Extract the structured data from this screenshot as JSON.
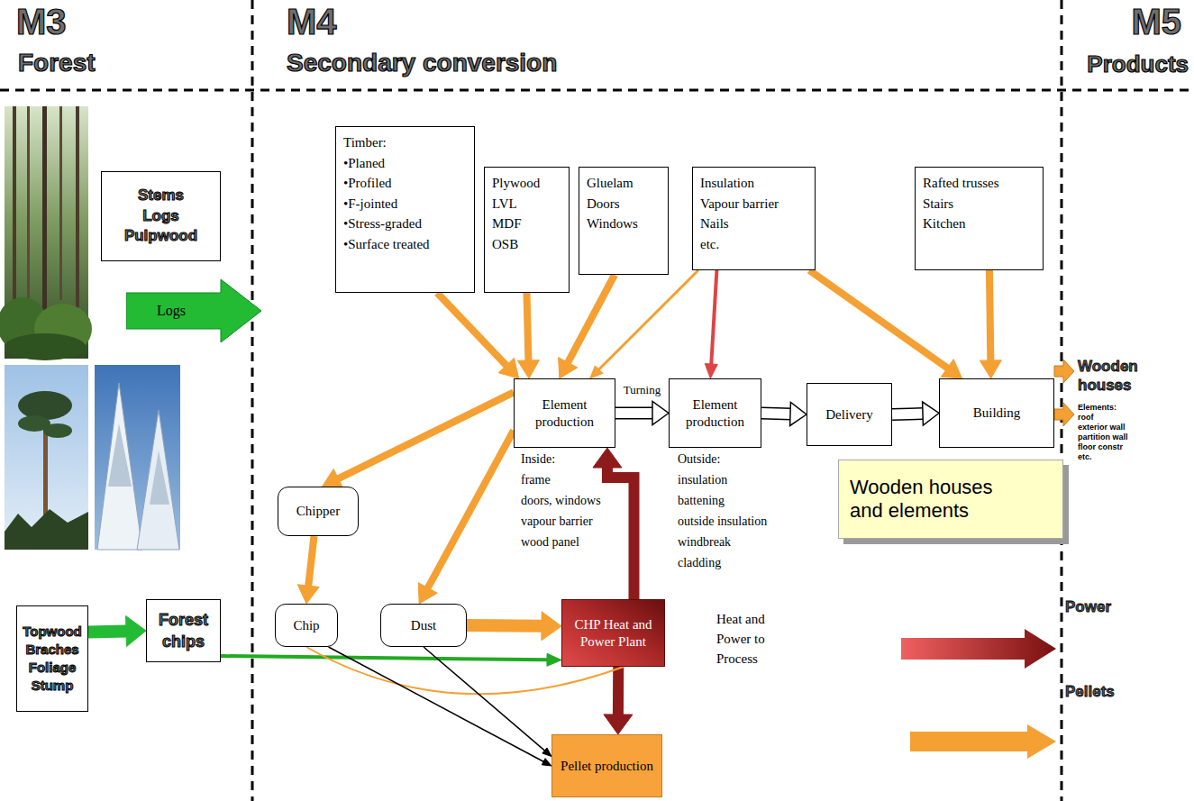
{
  "diagram": {
    "nodes": [
      {
        "text": [
          "Stems",
          "Logs",
          "Pulpwood"
        ]
      },
      {
        "text": [
          "Logs"
        ]
      },
      {
        "text": [
          "Timber:",
          "•Planed",
          "•Profiled",
          "•F-jointed",
          "•Stress-graded",
          "•Surface treated"
        ]
      },
      {
        "text": [
          "Plywood",
          "LVL",
          "MDF",
          "OSB"
        ]
      },
      {
        "text": [
          "Gluelam",
          "Doors",
          "Windows"
        ]
      },
      {
        "text": [
          "Insulation",
          "Vapour barrier",
          "Nails",
          "etc."
        ]
      },
      {
        "text": [
          "Rafted trusses",
          "Stairs",
          "Kitchen"
        ]
      },
      {
        "text": [
          "Element production"
        ]
      },
      {
        "text": [
          "Element production"
        ]
      },
      {
        "text": [
          "Delivery"
        ]
      },
      {
        "text": [
          "Building"
        ]
      },
      {
        "text": [
          "Chipper"
        ]
      },
      {
        "text": [
          "Chip"
        ]
      },
      {
        "text": [
          "Dust"
        ]
      },
      {
        "text": [
          "CHP Heat and Power Plant"
        ]
      },
      {
        "text": [
          "Topwood",
          "Braches",
          "Foliage",
          "Stump"
        ]
      },
      {
        "text": [
          "Forest chips"
        ]
      },
      {
        "text": [
          "Pellet production"
        ]
      },
      {
        "text": [
          "Wooden houses and elements"
        ]
      }
    ],
    "edges": [
      {
        "from": 2,
        "to": 7,
        "arrow": "to"
      },
      {
        "from": 3,
        "to": 7,
        "arrow": "to"
      },
      {
        "from": 4,
        "to": 7,
        "arrow": "to"
      },
      {
        "from": 5,
        "to": 7,
        "arrow": "to"
      },
      {
        "from": 5,
        "to": 8,
        "arrow": "to"
      },
      {
        "from": 5,
        "to": 10,
        "arrow": "to"
      },
      {
        "from": 6,
        "to": 10,
        "arrow": "to"
      },
      {
        "from": 7,
        "to": 8,
        "label": "Turning",
        "arrow": "to"
      },
      {
        "from": 8,
        "to": 9,
        "arrow": "to"
      },
      {
        "from": 9,
        "to": 10,
        "arrow": "to"
      },
      {
        "from": 7,
        "to": 11,
        "arrow": "to"
      },
      {
        "from": 7,
        "to": 13,
        "arrow": "to"
      },
      {
        "from": 11,
        "to": 12,
        "arrow": "to"
      },
      {
        "from": 13,
        "to": 14,
        "arrow": "to"
      },
      {
        "from": 14,
        "to": 7,
        "arrow": "to"
      },
      {
        "from": 14,
        "to": 17,
        "arrow": "to"
      },
      {
        "from": 15,
        "to": 16,
        "arrow": "to"
      },
      {
        "from": 16,
        "to": 14,
        "arrow": "to"
      },
      {
        "from": 12,
        "to": 14,
        "arrow": "none"
      },
      {
        "from": 12,
        "to": 17,
        "arrow": "to"
      },
      {
        "from": 13,
        "to": 17,
        "arrow": "to"
      }
    ],
    "labels": [
      "M3",
      "Forest",
      "M4",
      "Secondary conversion",
      "M5",
      "Products",
      "Inside:",
      "frame",
      "doors, windows",
      "vapour barrier",
      "wood panel",
      "Outside:",
      "insulation",
      "battening",
      "outside insulation",
      "windbreak",
      "cladding",
      "Heat and",
      "Power to",
      "Process",
      "Wooden houses",
      "Elements:",
      "roof",
      "exterior wall",
      "partition wall",
      "floor constr",
      "etc.",
      "Power",
      "Pellets"
    ]
  }
}
